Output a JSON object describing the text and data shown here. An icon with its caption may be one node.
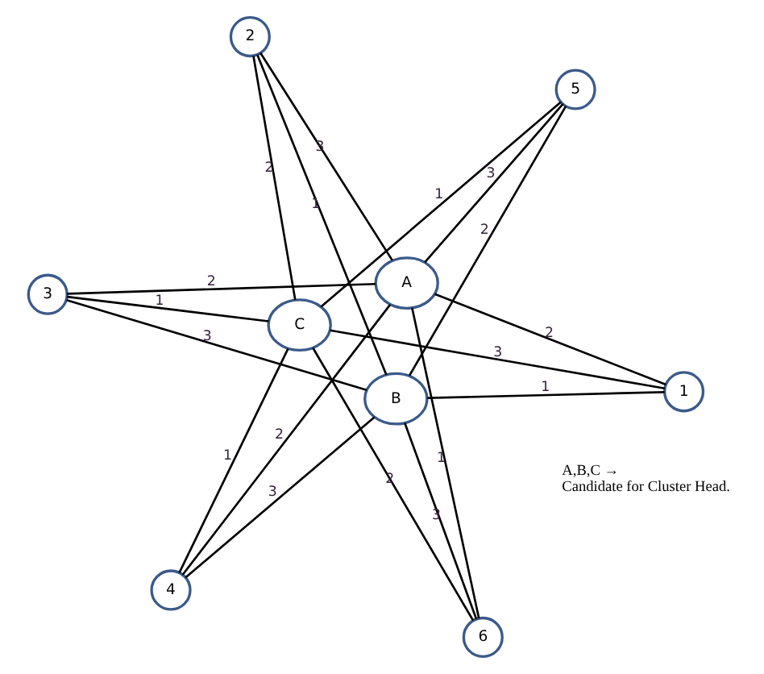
{
  "diagram": {
    "nodes": [
      {
        "text": [
          "A"
        ]
      },
      {
        "text": [
          "6"
        ]
      },
      {
        "text": [
          "1"
        ]
      },
      {
        "text": [
          "3"
        ]
      },
      {
        "text": [
          "B"
        ]
      },
      {
        "text": [
          "4"
        ]
      },
      {
        "text": [
          "5"
        ]
      },
      {
        "text": [
          "2"
        ]
      },
      {
        "text": [
          "C"
        ]
      }
    ],
    "edges": [
      {
        "from": 0,
        "to": 1,
        "arrow": "none",
        "label": "1"
      },
      {
        "from": 0,
        "to": 2,
        "arrow": "none",
        "label": "2"
      },
      {
        "from": 0,
        "to": 3,
        "arrow": "none",
        "label": "2"
      },
      {
        "from": 0,
        "to": 5,
        "arrow": "none",
        "label": "2"
      },
      {
        "from": 0,
        "to": 7,
        "arrow": "none",
        "label": "3"
      },
      {
        "from": 0,
        "to": 6,
        "arrow": "none",
        "label": "3"
      },
      {
        "from": 2,
        "to": 4,
        "arrow": "none",
        "label": "1"
      },
      {
        "from": 2,
        "to": 8,
        "arrow": "none",
        "label": "3"
      },
      {
        "from": 1,
        "to": 4,
        "arrow": "none",
        "label": "3"
      },
      {
        "from": 1,
        "to": 8,
        "arrow": "none",
        "label": "2"
      },
      {
        "from": 4,
        "to": 3,
        "arrow": "none",
        "label": "3"
      },
      {
        "from": 4,
        "to": 5,
        "arrow": "none",
        "label": "3"
      },
      {
        "from": 4,
        "to": 6,
        "arrow": "none",
        "label": "2"
      },
      {
        "from": 4,
        "to": 7,
        "arrow": "none",
        "label": "1"
      },
      {
        "from": 3,
        "to": 8,
        "arrow": "none",
        "label": "1"
      },
      {
        "from": 5,
        "to": 8,
        "arrow": "none",
        "label": "1"
      },
      {
        "from": 6,
        "to": 8,
        "arrow": "none",
        "label": "1"
      },
      {
        "from": 7,
        "to": 8,
        "arrow": "none",
        "label": "2"
      }
    ],
    "labels": [
      "A,B,C →",
      "Candidate for Cluster Head."
    ]
  }
}
